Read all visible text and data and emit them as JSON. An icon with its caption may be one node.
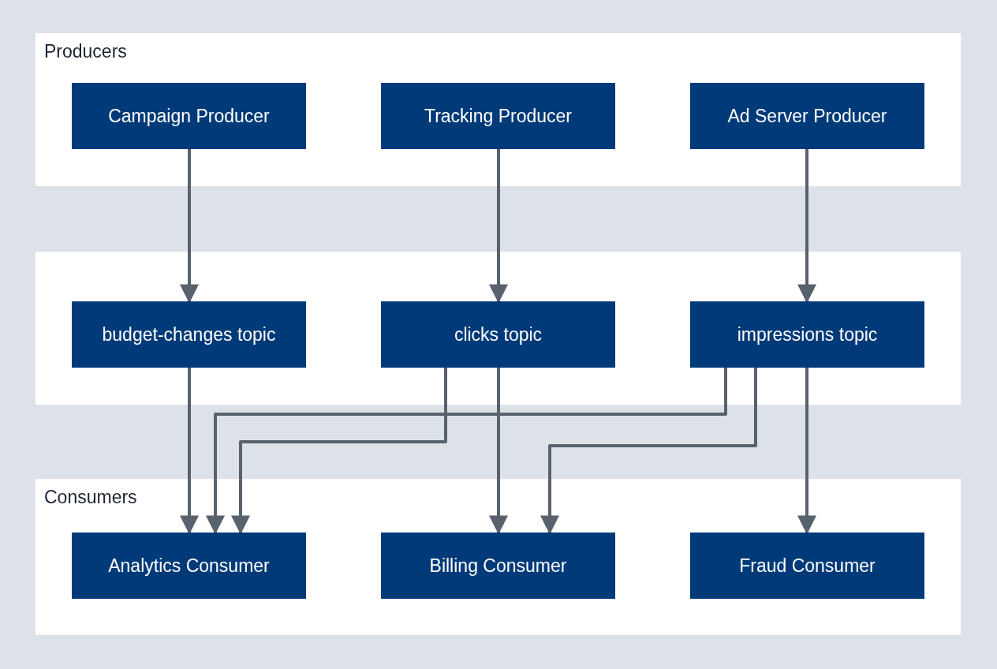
{
  "diagram": {
    "nodes": [
      {
        "text": [
          "Producers"
        ]
      },
      {
        "text": [
          "Campaign Producer"
        ],
        "in": 0
      },
      {
        "text": [
          "Tracking Producer"
        ],
        "in": 0
      },
      {
        "text": [
          "Ad Server Producer"
        ],
        "in": 0
      },
      {
        "text": [],
        "shape": "box"
      },
      {
        "text": [
          "budget-changes topic"
        ],
        "in": 4
      },
      {
        "text": [
          "clicks topic"
        ],
        "in": 4
      },
      {
        "text": [
          "impressions topic"
        ],
        "in": 4
      },
      {
        "text": [
          "Consumers"
        ]
      },
      {
        "text": [
          "Analytics Consumer"
        ],
        "in": 8
      },
      {
        "text": [
          "Billing Consumer"
        ],
        "in": 8
      },
      {
        "text": [
          "Fraud Consumer"
        ],
        "in": 8
      }
    ],
    "edges": [
      {
        "from": 1,
        "to": 5,
        "arrow": "to"
      },
      {
        "from": 2,
        "to": 6,
        "arrow": "to"
      },
      {
        "from": 3,
        "to": 7,
        "arrow": "to"
      },
      {
        "from": 5,
        "to": 9,
        "arrow": "to"
      },
      {
        "from": 6,
        "to": 9,
        "arrow": "to"
      },
      {
        "from": 7,
        "to": 9,
        "arrow": "to"
      },
      {
        "from": 6,
        "to": 10,
        "arrow": "to"
      },
      {
        "from": 7,
        "to": 10,
        "arrow": "to"
      },
      {
        "from": 7,
        "to": 11,
        "arrow": "to"
      }
    ]
  }
}
